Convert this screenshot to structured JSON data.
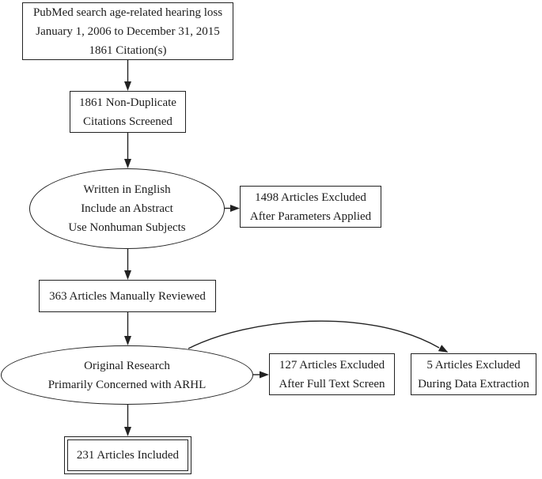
{
  "diagram": {
    "nodes": {
      "pubmed_search": {
        "lines": [
          "PubMed search age-related hearing loss",
          "January 1, 2006 to December 31, 2015",
          "1861 Citation(s)"
        ]
      },
      "non_duplicate": {
        "lines": [
          "1861 Non-Duplicate",
          "Citations Screened"
        ]
      },
      "screening_criteria": {
        "lines": [
          "Written in English",
          "Include an Abstract",
          "Use Nonhuman Subjects"
        ]
      },
      "excluded_parameters": {
        "lines": [
          "1498 Articles Excluded",
          "After Parameters Applied"
        ]
      },
      "manually_reviewed": {
        "lines": [
          "363 Articles Manually Reviewed"
        ]
      },
      "original_research": {
        "lines": [
          "Original Research",
          "Primarily Concerned with ARHL"
        ]
      },
      "excluded_full_text": {
        "lines": [
          "127 Articles Excluded",
          "After Full Text Screen"
        ]
      },
      "excluded_data_extraction": {
        "lines": [
          "5 Articles Excluded",
          "During Data Extraction"
        ]
      },
      "included": {
        "lines": [
          "231 Articles Included"
        ]
      }
    },
    "colors": {
      "stroke": "#222222",
      "text": "#1c1c1c",
      "background": "#ffffff"
    }
  }
}
